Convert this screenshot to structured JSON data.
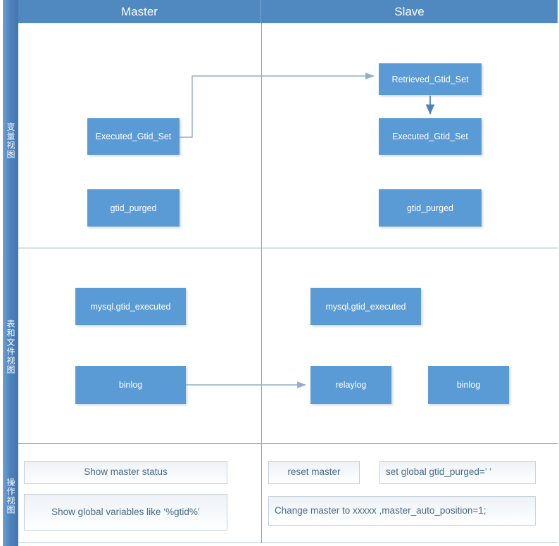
{
  "diagram": {
    "columns": [
      {
        "label": "Master"
      },
      {
        "label": "Slave"
      }
    ],
    "row_labels": [
      {
        "label": "变量视图"
      },
      {
        "label": "表和文件视图"
      },
      {
        "label": "操作视图"
      }
    ],
    "colors": {
      "header_blue": "#5089c0",
      "node_blue": "#5b9bd5",
      "band_blue": "#4f81bd",
      "grid_line": "#93aab4",
      "cmd_border": "#c3cfd9",
      "cmd_text": "#4a6a86",
      "connector": "#8faecd"
    },
    "nodes": {
      "master_executed_gtid_set": "Executed_Gtid_Set",
      "master_gtid_purged": "gtid_purged",
      "slave_retrieved_gtid_set": "Retrieved_Gtid_Set",
      "slave_executed_gtid_set": "Executed_Gtid_Set",
      "slave_gtid_purged": "gtid_purged",
      "master_mysql_gtid_executed": "mysql.gtid_executed",
      "master_binlog": "binlog",
      "slave_mysql_gtid_executed": "mysql.gtid_executed",
      "slave_relaylog": "relaylog",
      "slave_binlog": "binlog"
    },
    "commands": {
      "master_show_master_status": "Show master status",
      "master_show_global_variables": "Show global variables like ‘%gtid%’",
      "slave_reset_master": "reset master",
      "slave_set_global_gtid_purged": "set global gtid_purged=’  ’",
      "slave_change_master": "Change master to xxxxx ,master_auto_position=1;"
    }
  }
}
